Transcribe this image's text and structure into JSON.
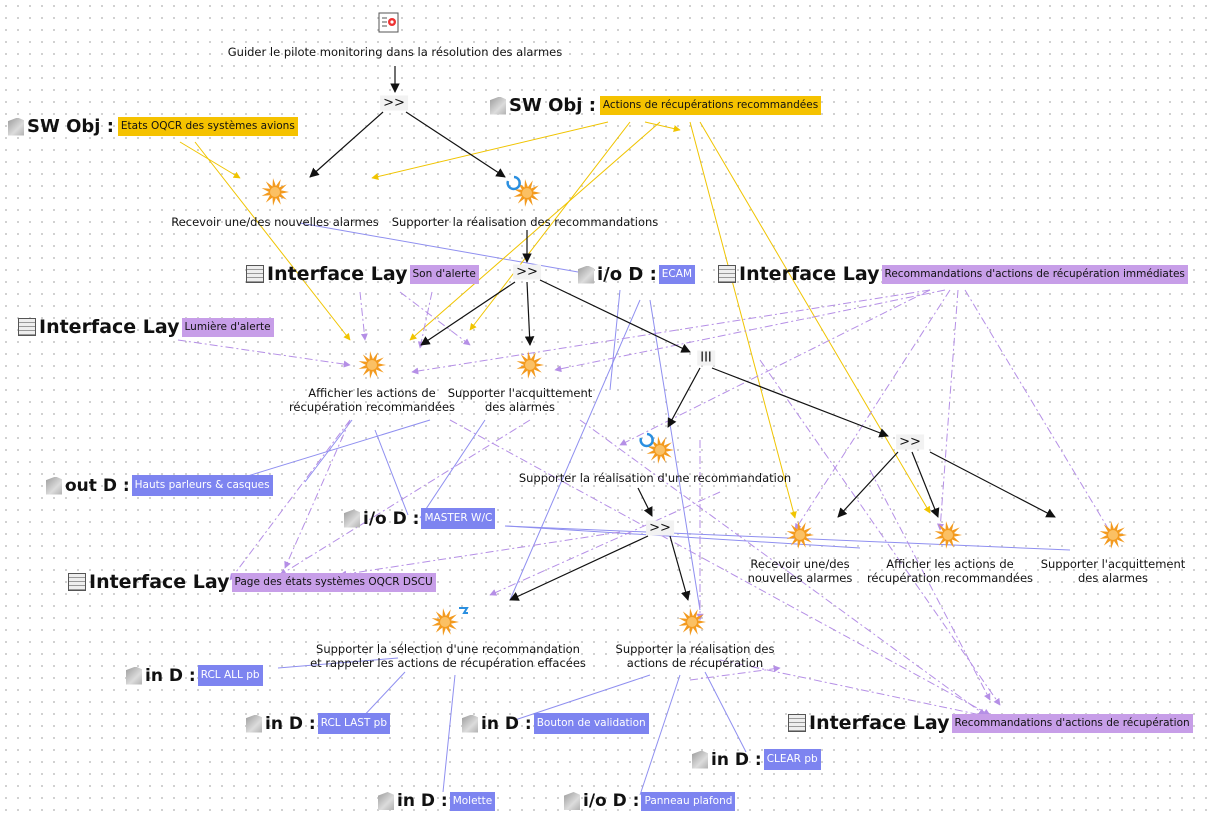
{
  "root": {
    "label": "Guider le pilote monitoring dans la résolution des alarmes",
    "icon": "task-root-icon"
  },
  "operators": [
    {
      "id": "op1",
      "label": ">>"
    },
    {
      "id": "op2",
      "label": ">>"
    },
    {
      "id": "op3",
      "label": "III"
    },
    {
      "id": "op4",
      "label": ">>"
    },
    {
      "id": "op5",
      "label": ">>"
    }
  ],
  "tasks": [
    {
      "id": "t1",
      "lines": [
        "Recevoir une/des nouvelles alarmes"
      ],
      "icon": "interactive-task-icon"
    },
    {
      "id": "t2",
      "lines": [
        "Supporter la réalisation des recommandations"
      ],
      "icon": "interactive-task-icon",
      "badge": "iteration-icon"
    },
    {
      "id": "t3",
      "lines": [
        "Afficher les actions de",
        "récupération recommandées"
      ],
      "icon": "interactive-task-icon"
    },
    {
      "id": "t4",
      "lines": [
        "Supporter l'acquittement",
        "des alarmes"
      ],
      "icon": "interactive-task-icon"
    },
    {
      "id": "t5",
      "lines": [
        "Supporter la réalisation d'une recommandation"
      ],
      "icon": "interactive-task-icon",
      "badge": "iteration-icon"
    },
    {
      "id": "t6",
      "lines": [
        "Recevoir une/des",
        "nouvelles alarmes"
      ],
      "icon": "interactive-task-icon"
    },
    {
      "id": "t7",
      "lines": [
        "Afficher les actions de",
        "récupération recommandées"
      ],
      "icon": "interactive-task-icon"
    },
    {
      "id": "t8",
      "lines": [
        "Supporter l'acquittement",
        "des alarmes"
      ],
      "icon": "interactive-task-icon"
    },
    {
      "id": "t9",
      "lines": [
        "Supporter la sélection d'une recommandation",
        "et rappeler les actions de récupération effacées"
      ],
      "icon": "interactive-task-icon",
      "badge": "optional-icon"
    },
    {
      "id": "t10",
      "lines": [
        "Supporter la réalisation des",
        "actions de récupération"
      ],
      "icon": "interactive-task-icon"
    }
  ],
  "objects": [
    {
      "id": "sw1",
      "kind": "SW Obj :",
      "value": "Etats OQCR des systèmes avions",
      "type": "sw",
      "icon": "software-object-icon"
    },
    {
      "id": "sw2",
      "kind": "SW Obj :",
      "value": "Actions de récupérations recommandées",
      "type": "sw",
      "icon": "software-object-icon"
    },
    {
      "id": "ui1",
      "kind": "Interface Lay",
      "value": "Son d'alerte",
      "type": "ui",
      "icon": "interface-layer-icon"
    },
    {
      "id": "ui2",
      "kind": "Interface Lay",
      "value": "Lumière d'alerte",
      "type": "ui",
      "icon": "interface-layer-icon"
    },
    {
      "id": "ui3",
      "kind": "Interface Lay",
      "value": "Recommandations d'actions de récupération immédiates",
      "type": "ui",
      "icon": "interface-layer-icon"
    },
    {
      "id": "ui4",
      "kind": "Interface Lay",
      "value": "Page des états systèmes OQCR DSCU",
      "type": "ui",
      "icon": "interface-layer-icon"
    },
    {
      "id": "ui5",
      "kind": "Interface Lay",
      "value": "Recommandations d'actions de récupération",
      "type": "ui",
      "icon": "interface-layer-icon"
    },
    {
      "id": "io1",
      "kind": "i/o D :",
      "value": "ECAM",
      "type": "dev",
      "icon": "device-icon"
    },
    {
      "id": "io2",
      "kind": "i/o D :",
      "value": "MASTER W/C",
      "type": "dev",
      "icon": "device-icon"
    },
    {
      "id": "io3",
      "kind": "i/o D :",
      "value": "Panneau plafond",
      "type": "dev",
      "icon": "device-icon"
    },
    {
      "id": "out1",
      "kind": "out D :",
      "value": "Hauts parleurs & casques",
      "type": "dev",
      "icon": "device-icon"
    },
    {
      "id": "in1",
      "kind": "in D :",
      "value": "RCL ALL pb",
      "type": "dev",
      "icon": "device-icon"
    },
    {
      "id": "in2",
      "kind": "in D :",
      "value": "RCL LAST pb",
      "type": "dev",
      "icon": "device-icon"
    },
    {
      "id": "in3",
      "kind": "in D :",
      "value": "Bouton de validation",
      "type": "dev",
      "icon": "device-icon"
    },
    {
      "id": "in4",
      "kind": "in D :",
      "value": "CLEAR pb",
      "type": "dev",
      "icon": "device-icon"
    },
    {
      "id": "in5",
      "kind": "in D :",
      "value": "Molette",
      "type": "dev",
      "icon": "device-icon"
    }
  ],
  "colors": {
    "software_object": "#f5c200",
    "interface_layer": "#c79ee8",
    "device": "#7d84f0",
    "task_splat": "#f39a1e",
    "hierarchy_edge": "#111111",
    "sw_link": "#f0c400",
    "ui_link": "#b58fe6",
    "device_link": "#8f8ff0",
    "iteration_badge": "#2a8fe0"
  }
}
